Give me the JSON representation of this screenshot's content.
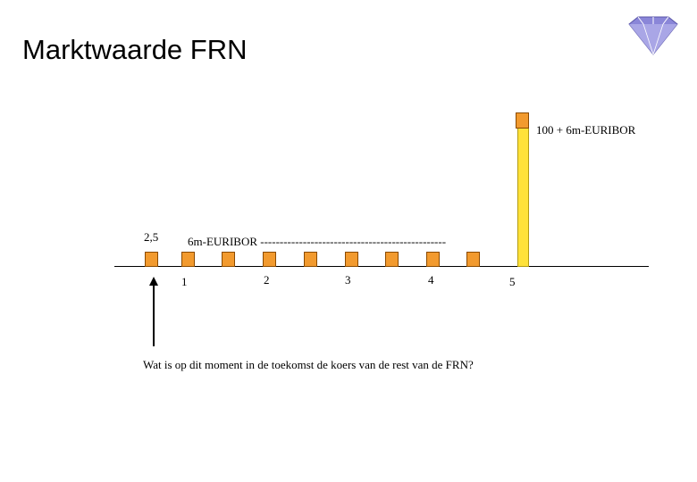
{
  "title": "Marktwaarde FRN",
  "icons": {
    "logo": "diamond-logo-icon"
  },
  "labels": {
    "coupon_value": "2,5",
    "floating_rate": "6m-EURIBOR ------------------------------------------------",
    "final_payment": "100 + 6m-EURIBOR",
    "question": "Wat is op dit moment in de toekomst de koers van de rest van de FRN?"
  },
  "periods": [
    "1",
    "2",
    "3",
    "4",
    "5"
  ],
  "colors": {
    "coupon_bar": "#f29a2e",
    "principal_bar": "#ffe23a",
    "logo": "#8a86d8"
  }
}
